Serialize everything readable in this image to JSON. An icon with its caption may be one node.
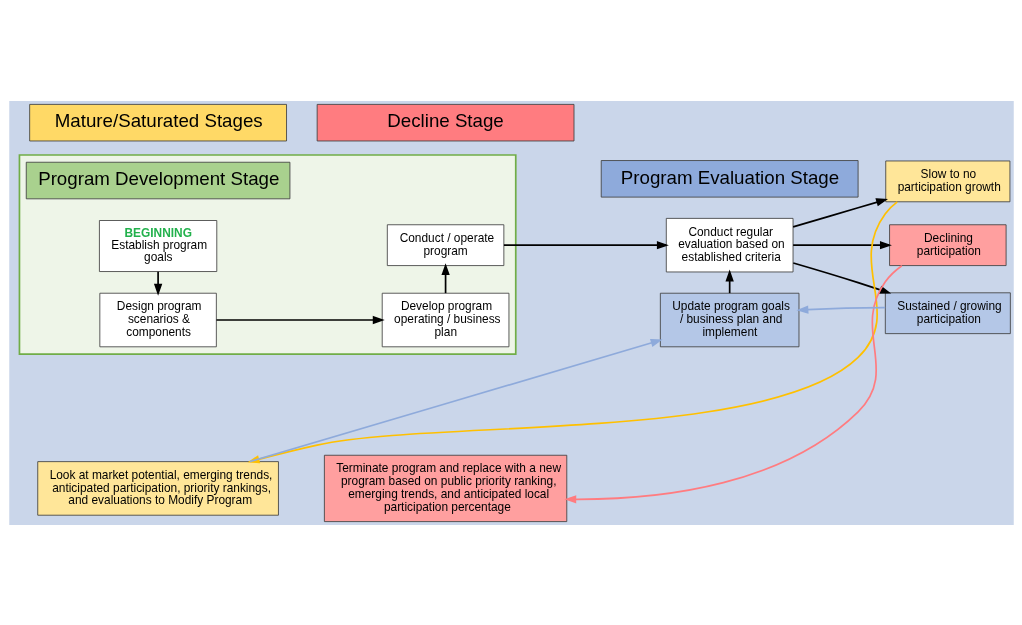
{
  "diagram": {
    "nodes": [
      {
        "text": [],
        "shape": "box"
      },
      {
        "text": [
          "Program Development Stage"
        ],
        "in": 0
      },
      {
        "text": [
          "BEGINNING",
          "Establish program goals"
        ],
        "in": 0
      },
      {
        "text": [
          "Conduct / operate program"
        ],
        "in": 0
      },
      {
        "text": [
          "Design program scenarios & components"
        ],
        "in": 0
      },
      {
        "text": [
          "Develop program operating / business plan"
        ],
        "in": 0
      },
      {
        "text": [
          "Program Evaluation Stage"
        ]
      },
      {
        "text": [
          "Conduct regular evaluation based on established criteria"
        ]
      },
      {
        "text": [
          "Slow to no participation growth"
        ]
      },
      {
        "text": [
          "Declining participation"
        ]
      },
      {
        "text": [
          "Update program goals / business plan and implement"
        ]
      },
      {
        "text": [
          "Sustained / growing participation"
        ]
      },
      {
        "text": [
          "Mature/Saturated Stages"
        ]
      },
      {
        "text": [
          "Decline Stage"
        ]
      },
      {
        "text": [
          "Look at market potential, emerging trends, anticipated participation, priority rankings, and evaluations to Modify Program"
        ]
      },
      {
        "text": [
          "Terminate program and replace with a new program based on public priority ranking, emerging trends, and anticipated local participation percentage"
        ]
      }
    ],
    "edges": [
      {
        "from": 2,
        "to": 4,
        "arrow": "to"
      },
      {
        "from": 4,
        "to": 5,
        "arrow": "to"
      },
      {
        "from": 5,
        "to": 3,
        "arrow": "to"
      },
      {
        "from": 3,
        "to": 7,
        "arrow": "to"
      },
      {
        "from": 7,
        "to": 8,
        "arrow": "to"
      },
      {
        "from": 7,
        "to": 9,
        "arrow": "to"
      },
      {
        "from": 7,
        "to": 11,
        "arrow": "to"
      },
      {
        "from": 10,
        "to": 7,
        "arrow": "to"
      },
      {
        "from": 11,
        "to": 10,
        "arrow": "to",
        "color": "#8eaadb"
      },
      {
        "from": 9,
        "to": 15,
        "arrow": "to",
        "color": "#ff7c80"
      },
      {
        "from": 14,
        "to": 10,
        "arrow": "to",
        "color": "#8eaadb"
      },
      {
        "from": 8,
        "to": 14,
        "arrow": "to",
        "color": "#ffc000"
      }
    ]
  }
}
